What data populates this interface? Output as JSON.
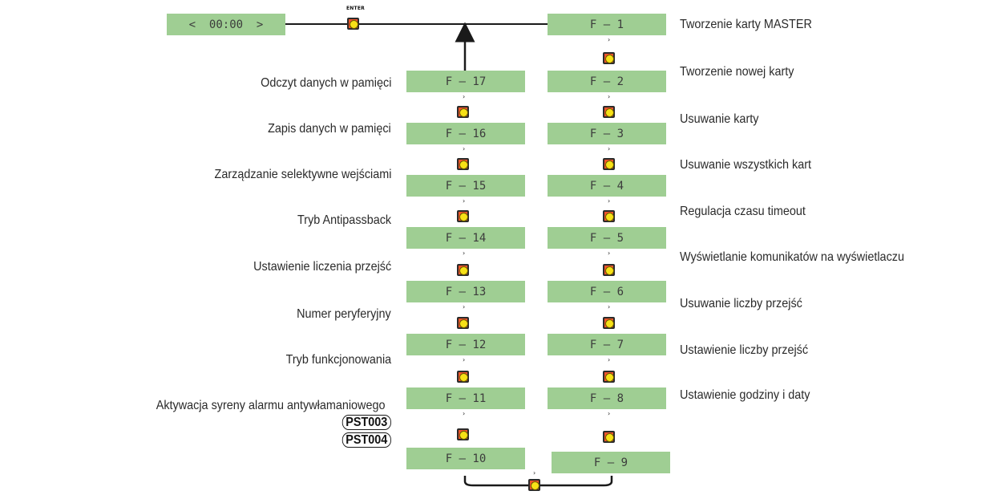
{
  "start_display": "<  00:00  >",
  "enter_label": "ENTER",
  "right_column": [
    {
      "display": "F – 1",
      "label": "Tworzenie karty MASTER"
    },
    {
      "display": "F – 2",
      "label": "Tworzenie nowej karty"
    },
    {
      "display": "F – 3",
      "label": "Usuwanie karty"
    },
    {
      "display": "F – 4",
      "label": "Usuwanie wszystkich kart"
    },
    {
      "display": "F – 5",
      "label": "Regulacja czasu timeout"
    },
    {
      "display": "F – 6",
      "label": "Wyświetlanie komunikatów na wyświetlaczu"
    },
    {
      "display": "F – 7",
      "label": "Usuwanie liczby przejść"
    },
    {
      "display": "F – 8",
      "label": "Ustawienie liczby przejść"
    },
    {
      "display": "F – 9",
      "label": "Ustawienie godziny i daty"
    }
  ],
  "left_column": [
    {
      "display": "F – 17",
      "label": "Odczyt danych w pamięci"
    },
    {
      "display": "F – 16",
      "label": "Zapis danych w pamięci"
    },
    {
      "display": "F – 15",
      "label": "Zarządzanie selektywne wejściami"
    },
    {
      "display": "F – 14",
      "label": "Tryb Antipassback"
    },
    {
      "display": "F – 13",
      "label": "Ustawienie liczenia przejść"
    },
    {
      "display": "F – 12",
      "label": "Numer peryferyjny"
    },
    {
      "display": "F – 11",
      "label": "Tryb funkcjonowania"
    },
    {
      "display": "F – 10",
      "label": "Aktywacja syreny alarmu antywłamaniowego"
    }
  ],
  "model_tags": [
    "PST003",
    "PST004"
  ],
  "colors": {
    "display_bg": "#9fce93",
    "button_body": "#f2542a",
    "button_cap": "#f7e117"
  }
}
